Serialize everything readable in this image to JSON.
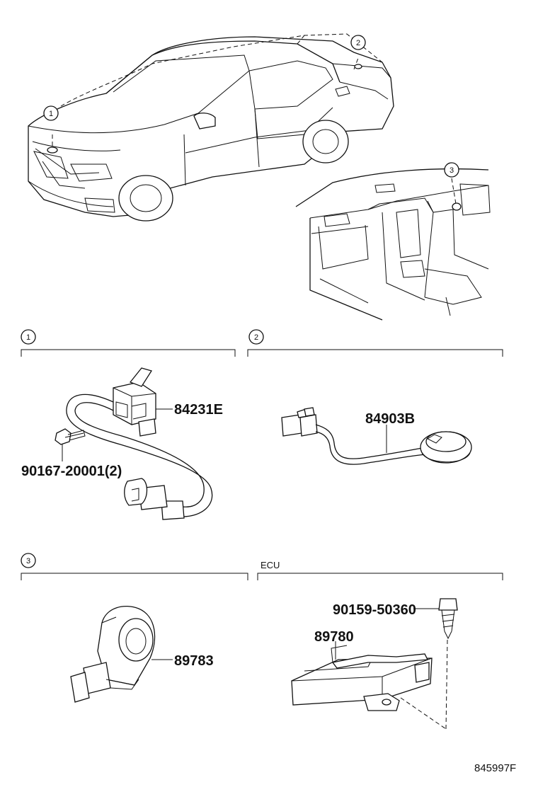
{
  "callouts": {
    "c1": "1",
    "c2": "2",
    "c3": "3"
  },
  "sections": {
    "s1": "1",
    "s2": "2",
    "s3": "3",
    "s4": "ECU"
  },
  "parts": {
    "p84231E": "84231E",
    "p90167": "90167-20001(2)",
    "p84903B": "84903B",
    "p89783": "89783",
    "p90159": "90159-50360",
    "p89780": "89780"
  },
  "diagram_ref": "845997F"
}
